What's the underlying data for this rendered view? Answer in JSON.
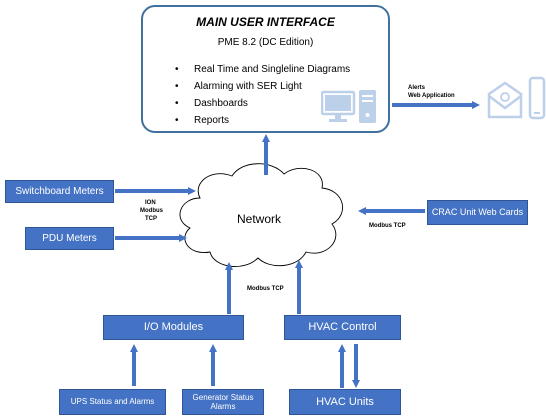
{
  "main": {
    "title": "MAIN USER INTERFACE",
    "subtitle": "PME 8.2 (DC Edition)",
    "bullets": [
      "Real Time and Singleline Diagrams",
      "Alarming with SER Light",
      "Dashboards",
      "Reports"
    ]
  },
  "network": {
    "label": "Network"
  },
  "boxes": {
    "switchboard": "Switchboard Meters",
    "pdu": "PDU Meters",
    "crac": "CRAC Unit Web Cards",
    "io": "I/O Modules",
    "hvac_control": "HVAC Control",
    "ups": "UPS Status and Alarms",
    "generator": "Generator Status Alarms",
    "hvac_units": "HVAC Units"
  },
  "edge_labels": {
    "alerts": "Alerts",
    "web_app": "Web Application",
    "ion": "ION",
    "modbus": "Modbus",
    "tcp": "TCP",
    "crac_modbus": "Modbus TCP",
    "io_modbus": "Modbus TCP"
  },
  "icons": [
    "computer-icon",
    "email-icon",
    "mobile-phone-icon"
  ],
  "colors": {
    "box_fill": "#4472c4",
    "arrow": "#4472c4",
    "icon": "#bdd0ea",
    "frame": "#41719c"
  }
}
